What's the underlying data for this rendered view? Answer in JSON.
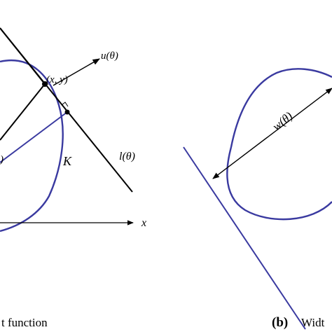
{
  "colors": {
    "curve": "#3a3aa0",
    "ink": "#000000",
    "background": "#ffffff"
  },
  "panel_a": {
    "labels": {
      "u_theta": "u(θ)",
      "point_xy": "(x, y)",
      "l_theta": "l(θ)",
      "body_k": "K",
      "x_axis": "x",
      "theta_fragment": ")"
    },
    "caption": "t function"
  },
  "panel_b": {
    "labels": {
      "w_theta": "w(θ)"
    },
    "caption_letter": "(b)",
    "caption_text": "Widt"
  }
}
